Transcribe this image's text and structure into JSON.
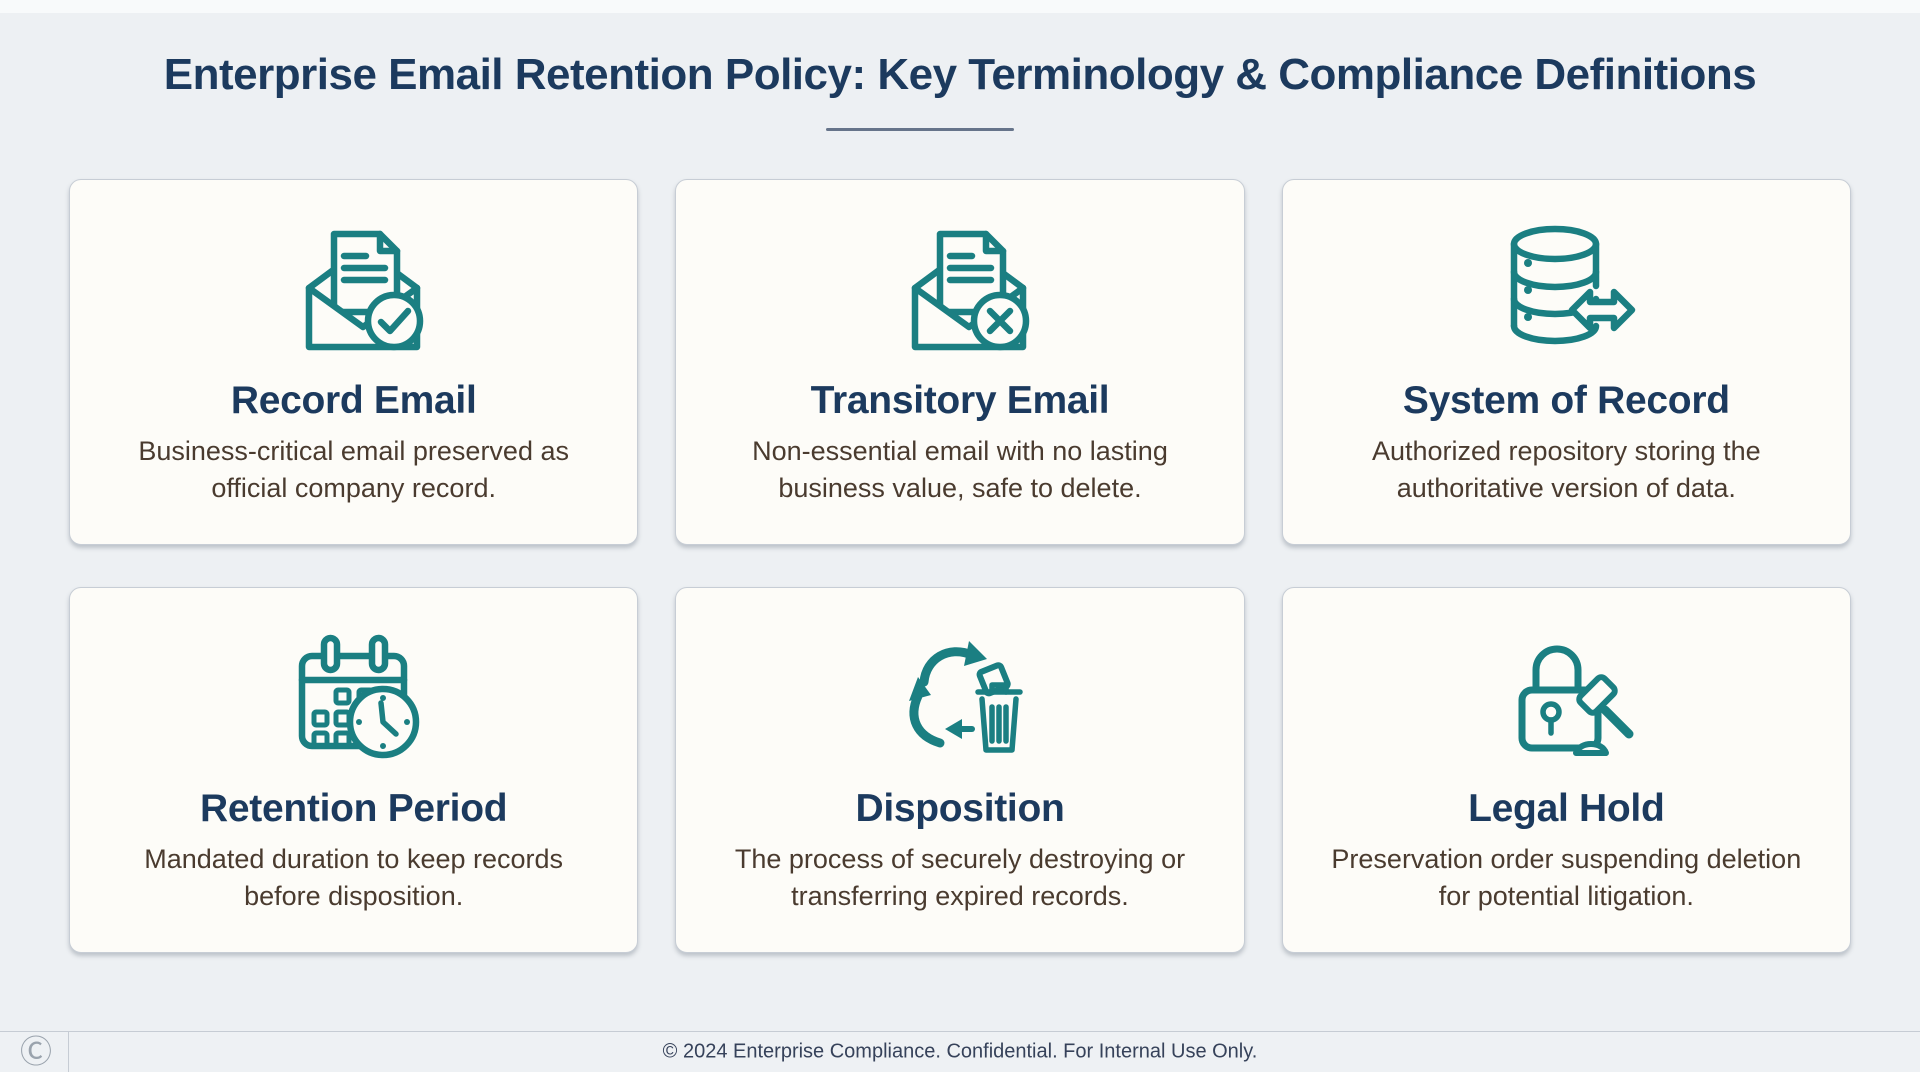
{
  "header": {
    "title": "Enterprise Email Retention Policy: Key Terminology & Compliance Definitions"
  },
  "colors": {
    "accent_teal": "#1b7f82",
    "heading_navy": "#1c3a5e",
    "body_text": "#4a3b2f",
    "card_background": "#fdfcf8",
    "page_background": "#edf0f3"
  },
  "cards": [
    {
      "icon": "envelope-document-check-icon",
      "title": "Record Email",
      "description": "Business-critical email preserved as official company record."
    },
    {
      "icon": "envelope-document-x-icon",
      "title": "Transitory Email",
      "description": "Non-essential email with no lasting business value, safe to delete."
    },
    {
      "icon": "database-sync-arrow-icon",
      "title": "System of Record",
      "description": "Authorized repository storing the authoritative version of data."
    },
    {
      "icon": "calendar-clock-icon",
      "title": "Retention Period",
      "description": "Mandated duration to keep records before disposition."
    },
    {
      "icon": "recycle-trash-icon",
      "title": "Disposition",
      "description": "The process of securely destroying or transferring expired records."
    },
    {
      "icon": "lock-gavel-icon",
      "title": "Legal Hold",
      "description": "Preservation order suspending deletion for potential litigation."
    }
  ],
  "footer": {
    "logo_glyph": "Ⓒ",
    "text": "© 2024 Enterprise Compliance. Confidential. For Internal Use Only."
  }
}
